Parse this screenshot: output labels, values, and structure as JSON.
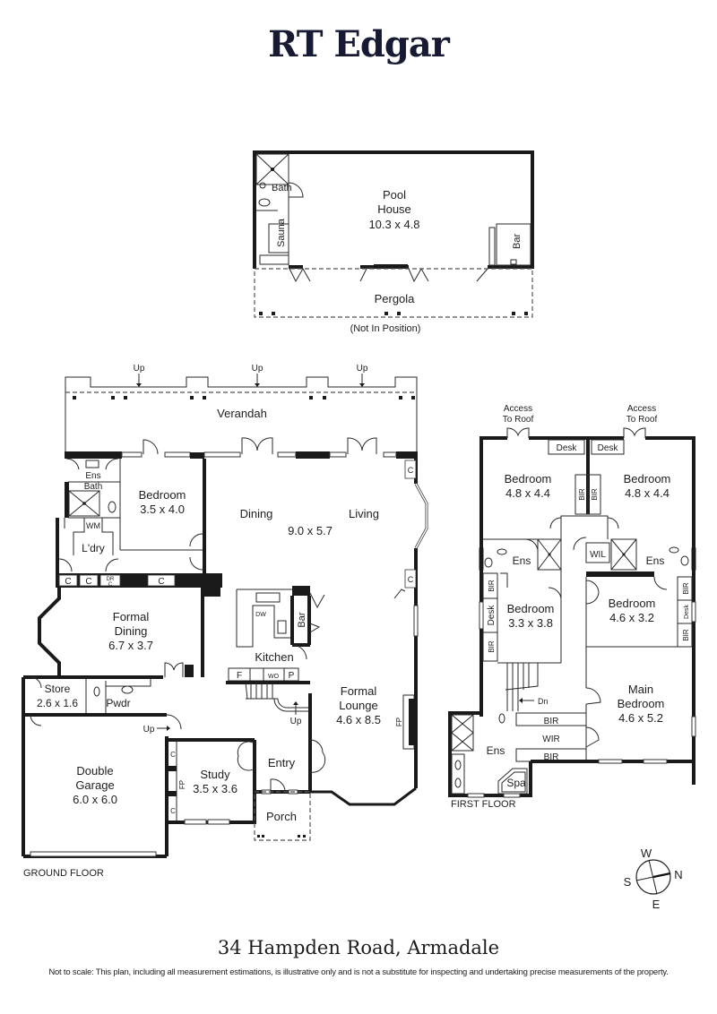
{
  "brand": {
    "name": "RT Edgar"
  },
  "pool_house": {
    "title_line1": "Pool",
    "title_line2": "House",
    "dims": "10.3 x 4.8",
    "bath": "Bath",
    "sauna": "Sauna",
    "bar": "Bar",
    "pergola": "Pergola",
    "pergola_note": "(Not In Position)"
  },
  "ground_floor": {
    "caption": "GROUND FLOOR",
    "up_labels": [
      "Up",
      "Up",
      "Up",
      "Up",
      "Up"
    ],
    "rooms": {
      "verandah": "Verandah",
      "ens_bath_1": "Ens",
      "ens_bath_2": "Bath",
      "wm": "WM",
      "laundry": "L'dry",
      "bedroom": "Bedroom",
      "bedroom_dims": "3.5 x 4.0",
      "dining": "Dining",
      "living": "Living",
      "dining_living_dims": "9.0 x 5.7",
      "cupboard": "C",
      "dr_line1": "DR",
      "dr_line2": "C",
      "formal_dining_1": "Formal",
      "formal_dining_2": "Dining",
      "formal_dining_dims": "6.7 x 3.7",
      "kitchen": "Kitchen",
      "dw": "DW",
      "bar": "Bar",
      "fridge": "F",
      "wo": "WO",
      "pantry": "P",
      "store": "Store",
      "store_dims": "2.6 x 1.6",
      "powder": "Pwdr",
      "formal_lounge_1": "Formal",
      "formal_lounge_2": "Lounge",
      "formal_lounge_dims": "4.6 x 8.5",
      "fireplace": "FP",
      "garage_1": "Double",
      "garage_2": "Garage",
      "garage_dims": "6.0 x 6.0",
      "study": "Study",
      "study_dims": "3.5 x 3.6",
      "entry": "Entry",
      "porch": "Porch"
    }
  },
  "first_floor": {
    "caption": "FIRST FLOOR",
    "access_roof_1": "Access",
    "access_roof_2": "To Roof",
    "rooms": {
      "bedroom": "Bedroom",
      "bed_nw_dims": "4.8 x 4.4",
      "bed_ne_dims": "4.8 x 4.4",
      "bed_w_dims": "3.3 x 3.8",
      "bed_e_dims": "4.6 x 3.2",
      "desk": "Desk",
      "bir": "BIR",
      "ens": "Ens",
      "wil": "WIL",
      "wir": "WIR",
      "main_1": "Main",
      "main_2": "Bedroom",
      "main_dims": "4.6 x 5.2",
      "spa": "Spa",
      "dn": "Dn"
    }
  },
  "compass": {
    "w": "W",
    "n": "N",
    "s": "S",
    "e": "E"
  },
  "footer": {
    "address": "34 Hampden Road, Armadale",
    "disclaimer": "Not to scale: This plan, including all measurement estimations, is illustrative only and is not a substitute for inspecting and undertaking precise measurements of the property."
  }
}
